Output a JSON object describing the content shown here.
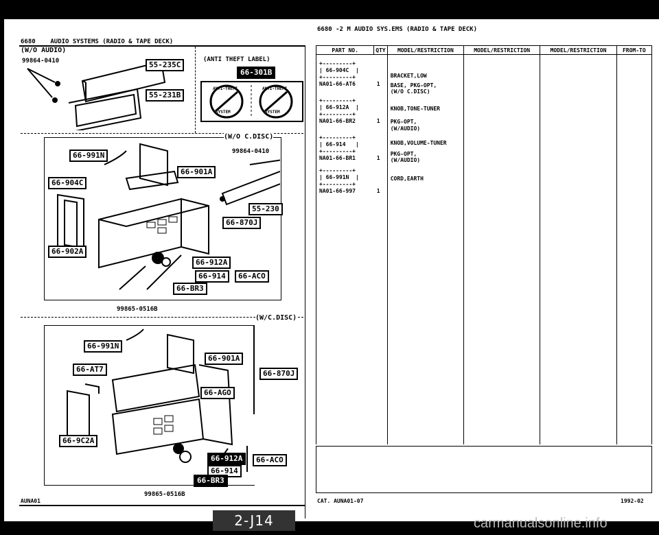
{
  "left_header": {
    "code": "6680",
    "title": "AUDIO SYSTEMS (RADIO & TAPE DECK)"
  },
  "right_header": {
    "text": "6680  -2 M  AUDIO SYS.EMS (RADIO & TAPE DECK)"
  },
  "sec1": {
    "label": "(W/O AUDIO)",
    "part": "99864-0410",
    "tags": [
      "55-235C",
      "55-231B"
    ]
  },
  "sec1b": {
    "label": "(ANTI THEFT LABEL)",
    "tag": "66-301B",
    "badge_text": "ANTI-THEFT",
    "badge_sub": "SYSTEM"
  },
  "sec2": {
    "label": "(W/O C.DISC)",
    "part": "99864-0410",
    "screw": "99865-0516B",
    "tags": [
      "66-991N",
      "66-904C",
      "66-901A",
      "66-902A",
      "55-230",
      "66-870J",
      "66-912A",
      "66-914",
      "66-ACO",
      "66-BR3"
    ]
  },
  "sec3": {
    "label": "(W/C.DISC)",
    "screw": "99865-0516B",
    "tags": [
      "66-991N",
      "66-AT7",
      "66-901A",
      "66-870J",
      "66-AGO",
      "66-9C2A",
      "66-912A",
      "66-ACO",
      "66-914",
      "66-BR3"
    ]
  },
  "table": {
    "headers": [
      "PART NO.",
      "QTY",
      "MODEL/RESTRICTION",
      "MODEL/RESTRICTION",
      "MODEL/RESTRICTION",
      "FROM-TO"
    ],
    "rows": [
      {
        "ref": "66-904C",
        "part": "NA01-66-AT6",
        "qty": "1",
        "desc1": "BRACKET,LOW",
        "desc2": "BASE, PKG-OPT,",
        "desc3": "(W/O C.DISC)"
      },
      {
        "ref": "66-912A",
        "part": "NA01-66-BR2",
        "qty": "1",
        "desc1": "KNOB,TONE-TUNER",
        "desc2": "PKG-OPT,",
        "desc3": "(W/AUDIO)"
      },
      {
        "ref": "66-914",
        "part": "NA01-66-BR1",
        "qty": "1",
        "desc1": "KNOB,VOLUME-TUNER",
        "desc2": "PKG-OPT,",
        "desc3": "(W/AUDIO)"
      },
      {
        "ref": "66-991N",
        "part": "NA01-66-997",
        "qty": "1",
        "desc1": "CORD,EARTH",
        "desc2": "",
        "desc3": ""
      }
    ]
  },
  "footer": {
    "left": "AUNA01",
    "cat": "CAT. AUNA01-07",
    "date": "1992-02",
    "page": "2-J14",
    "watermark": "carmanualsonline.info"
  }
}
